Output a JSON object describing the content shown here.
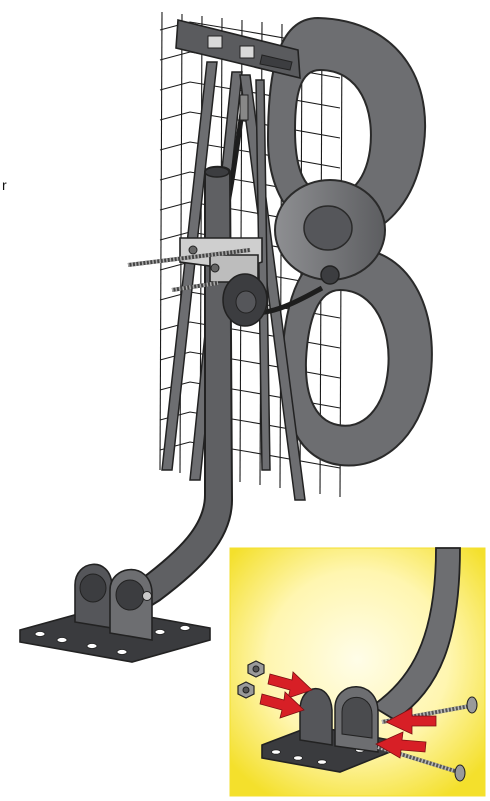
{
  "page": {
    "background": "#ffffff"
  },
  "colors": {
    "antenna_gray": "#6d6e71",
    "antenna_dark": "#3c3d40",
    "antenna_light": "#9c9da0",
    "grid_line": "#1a1a1a",
    "bolt_gray": "#8a8a8a",
    "arrow_red": "#d71f26",
    "inset_glow": "#fff7c2",
    "inset_edge": "#f3df2e"
  },
  "edge_text": {
    "letter": "r"
  },
  "illustration": {
    "subject": "antenna-on-mast-mounting-diagram",
    "inset": "bracket-bolt-assembly-detail"
  }
}
